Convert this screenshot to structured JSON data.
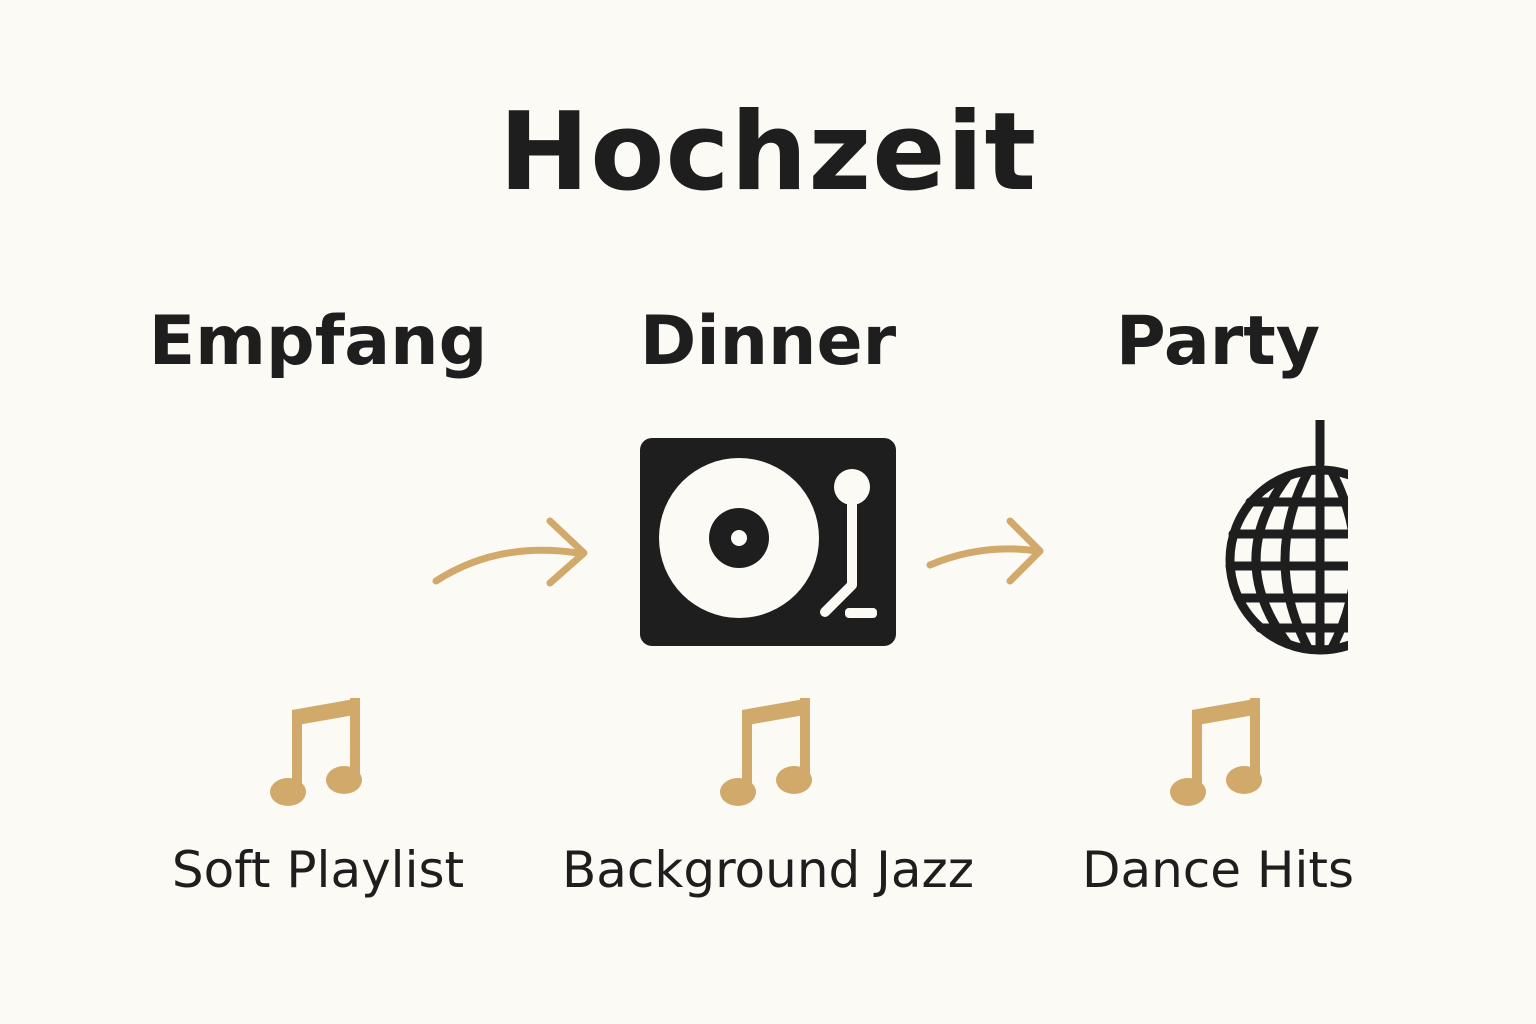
{
  "title": "Hochzeit",
  "colors": {
    "background": "#fcfaf5",
    "ink": "#1e1e1e",
    "accent": "#d1a96b"
  },
  "stages": [
    {
      "heading": "Empfang",
      "icon": "microphone-icon",
      "accent_icon": "music-note-icon",
      "caption": "Soft Playlist"
    },
    {
      "heading": "Dinner",
      "icon": "turntable-icon",
      "accent_icon": "music-note-icon",
      "caption": "Background Jazz"
    },
    {
      "heading": "Party",
      "icon": "disco-ball-icon",
      "accent_icon": "music-note-icon",
      "caption": "Dance Hits"
    }
  ],
  "connectors": [
    {
      "from": "Empfang",
      "to": "Dinner",
      "icon": "arrow-right-icon"
    },
    {
      "from": "Dinner",
      "to": "Party",
      "icon": "arrow-right-icon"
    }
  ]
}
